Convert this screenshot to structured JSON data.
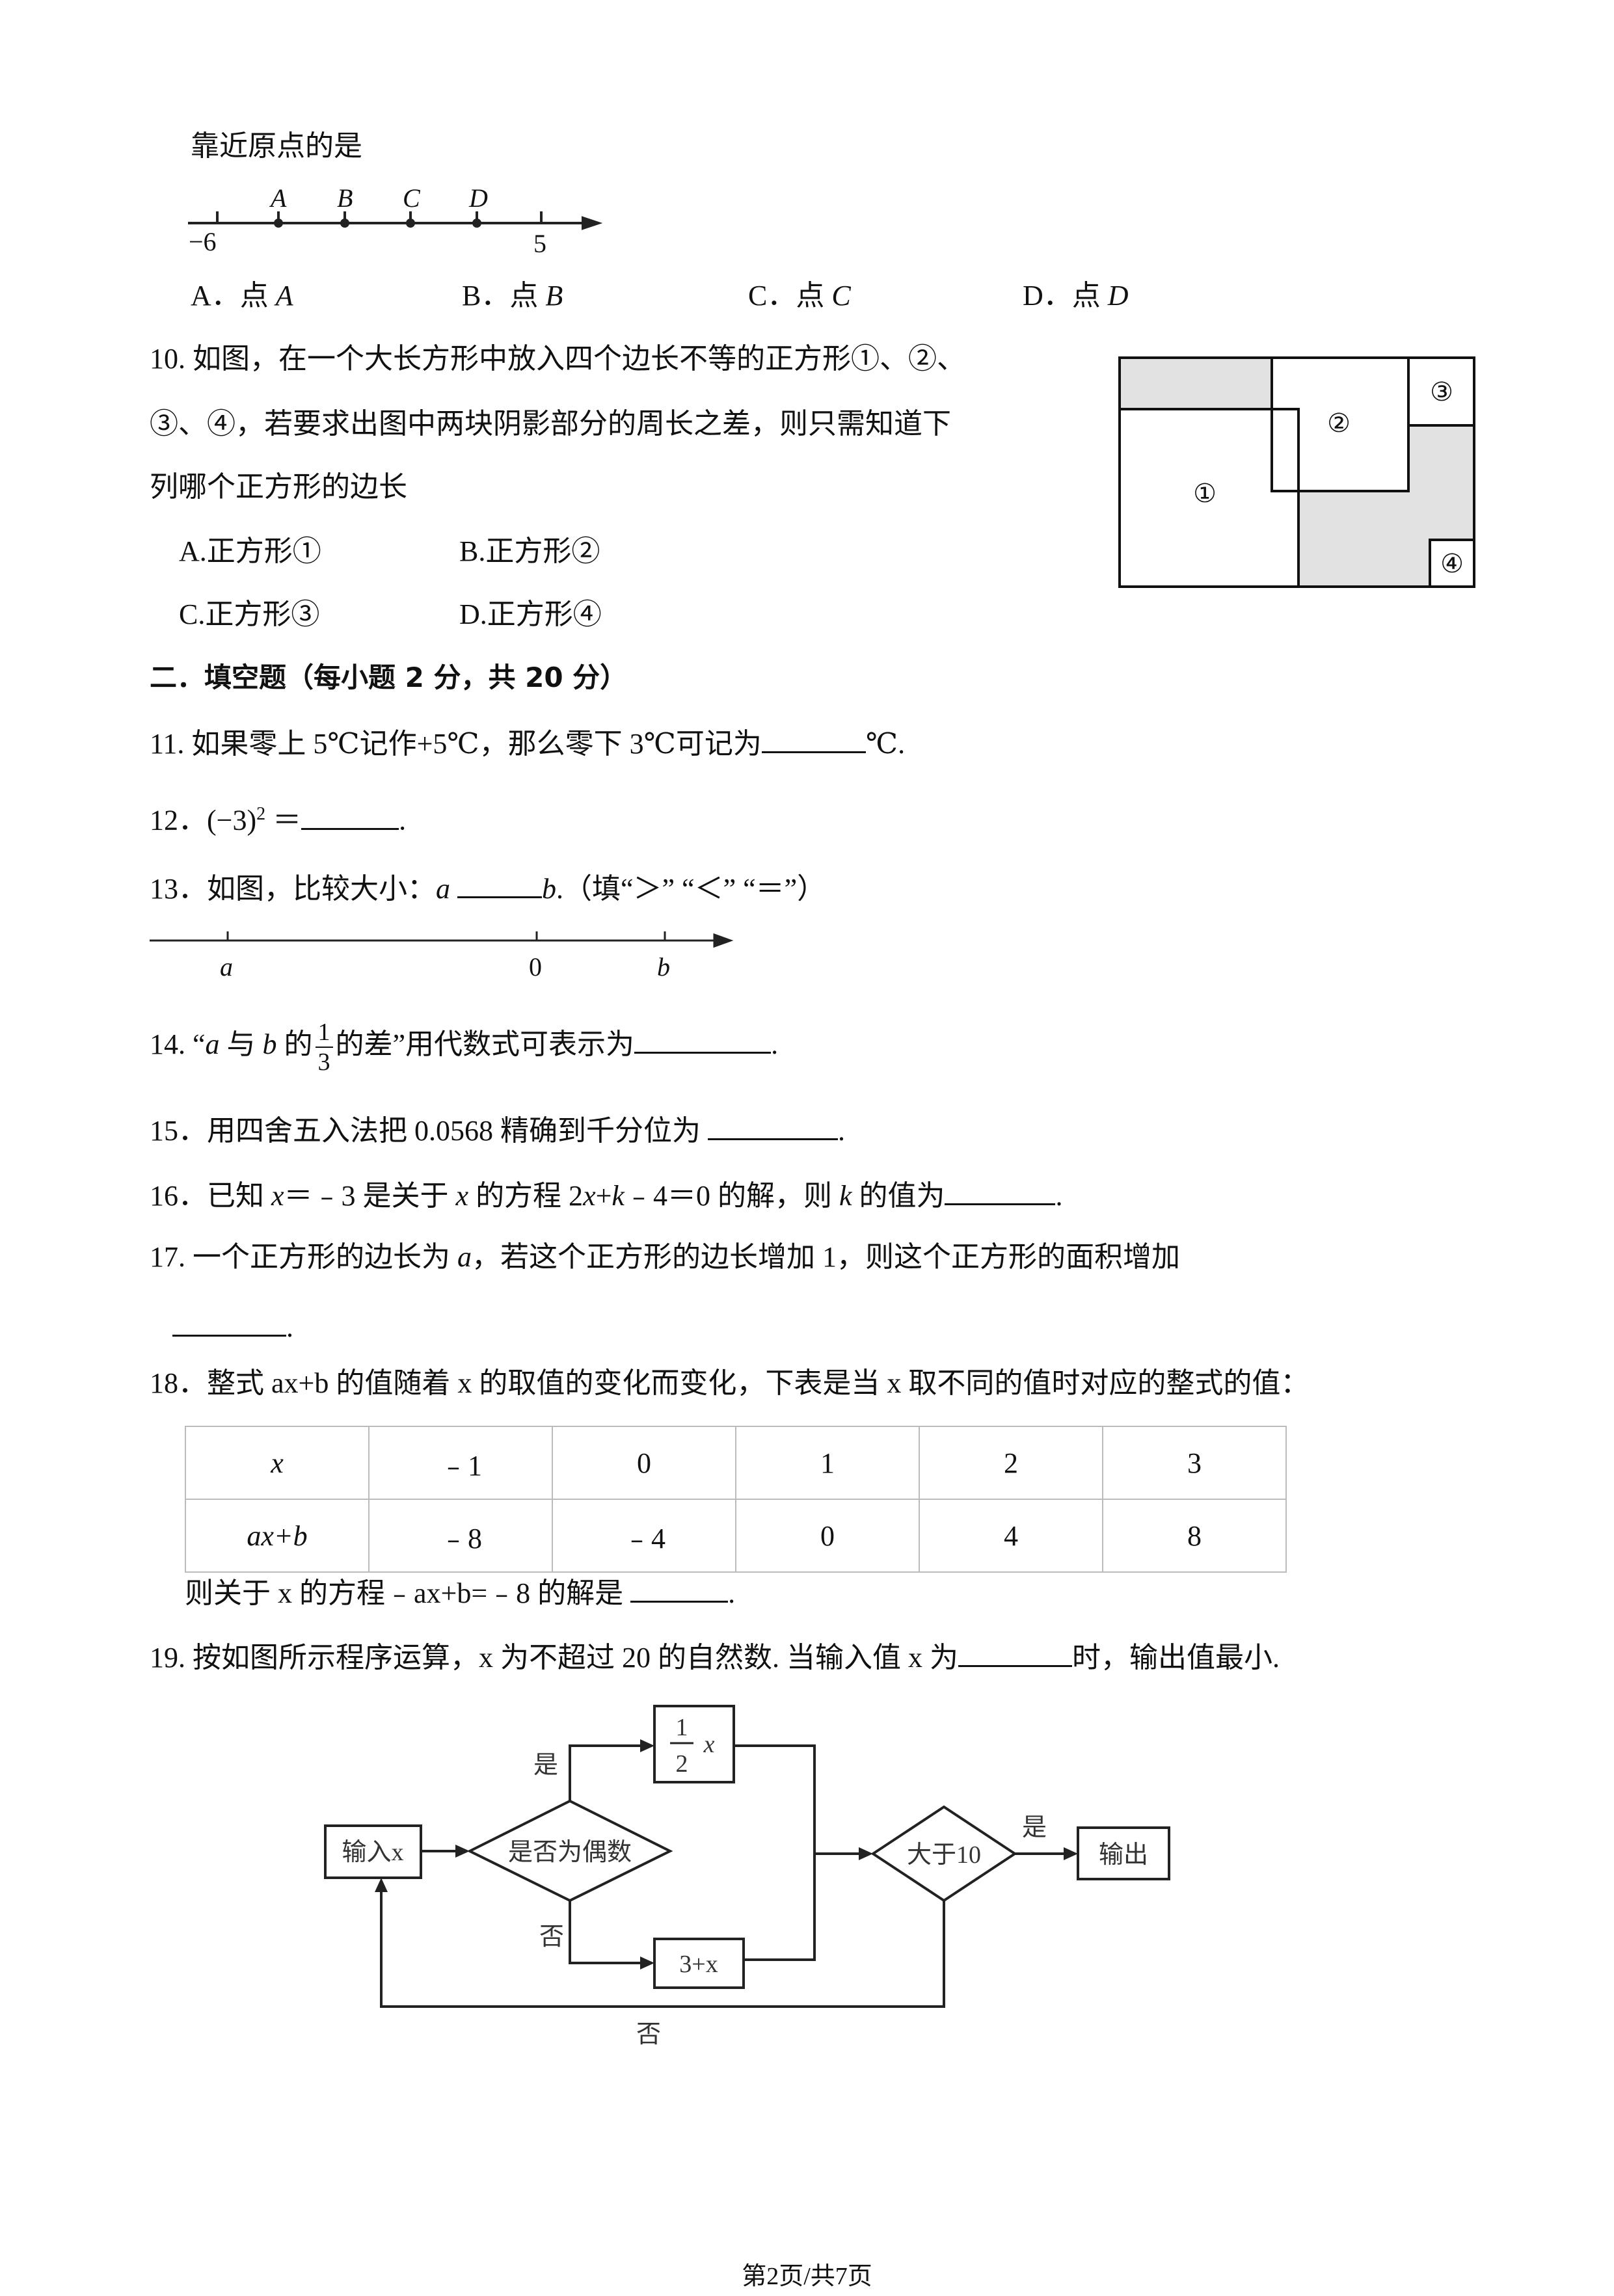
{
  "q9": {
    "tail": "靠近原点的是",
    "numberline": {
      "left_label": "−6",
      "right_label": "5",
      "points": [
        "A",
        "B",
        "C",
        "D"
      ]
    },
    "options": [
      {
        "letter": "A．点",
        "var": "A"
      },
      {
        "letter": "B．点",
        "var": "B"
      },
      {
        "letter": "C．点",
        "var": "C"
      },
      {
        "letter": "D．点",
        "var": "D"
      }
    ]
  },
  "q10": {
    "lines": [
      "10. 如图，在一个大长方形中放入四个边长不等的正方形①、②、",
      "③、④，若要求出图中两块阴影部分的周长之差，则只需知道下",
      "列哪个正方形的边长"
    ],
    "options": [
      "A.正方形①",
      "B.正方形②",
      "C.正方形③",
      "D.正方形④"
    ],
    "figure_labels": [
      "①",
      "②",
      "③",
      "④"
    ]
  },
  "section2": "二．填空题（每小题 2 分，共 20 分）",
  "q11": {
    "before": "11. 如果零上 5℃记作+5℃，那么零下 3℃可记为",
    "after": "℃."
  },
  "q12": {
    "before": "12．(−3)",
    "exp": "2",
    "eq": " ＝",
    "after": "."
  },
  "q13": {
    "before": "13．如图，比较大小：",
    "a": "a",
    "b": "b",
    "after": ".（填“＞” “＜” “＝”）",
    "labels": {
      "a": "a",
      "zero": "0",
      "b": "b"
    }
  },
  "q14": {
    "before": "14. “",
    "a": "a",
    "mid": " 与 ",
    "b": "b",
    "de": " 的",
    "num": "1",
    "den": "3",
    "after": "的差”用代数式可表示为",
    "end": "."
  },
  "q15": {
    "before": "15．用四舍五入法把 0.0568 精确到千分位为 ",
    "after": "."
  },
  "q16": {
    "before": "16．已知 ",
    "x": "x",
    "t1": "＝﹣3 是关于 ",
    "x2": "x",
    "t2": " 的方程 2",
    "x3": "x",
    "t3": "+",
    "k": "k",
    "t4": "﹣4＝0 的解，则 ",
    "k2": "k",
    "t5": " 的值为",
    "after": "."
  },
  "q17": {
    "line1": "17. 一个正方形的边长为 ",
    "a": "a",
    "line1b": "，若这个正方形的边长增加 1，则这个正方形的面积增加",
    "after": "."
  },
  "q18": {
    "line": "18．整式 ax+b 的值随着 x 的取值的变化而变化，下表是当 x 取不同的值时对应的整式的值：",
    "table": [
      [
        "x",
        "﹣1",
        "0",
        "1",
        "2",
        "3"
      ],
      [
        "ax+b",
        "﹣8",
        "﹣4",
        "0",
        "4",
        "8"
      ]
    ],
    "follow": "则关于 x 的方程﹣ax+b=﹣8 的解是 ",
    "after": "."
  },
  "q19": {
    "before": "19. 按如图所示程序运算，x 为不超过 20 的自然数. 当输入值 x 为",
    "after": "时，输出值最小.",
    "flow": {
      "input": "输入x",
      "even": "是否为偶数",
      "half_num": "1",
      "half_den": "2",
      "half_x": "x",
      "plus": "3+x",
      "gt": "大于10",
      "output": "输出",
      "yes": "是",
      "no": "否"
    }
  },
  "footer": "第2页/共7页"
}
